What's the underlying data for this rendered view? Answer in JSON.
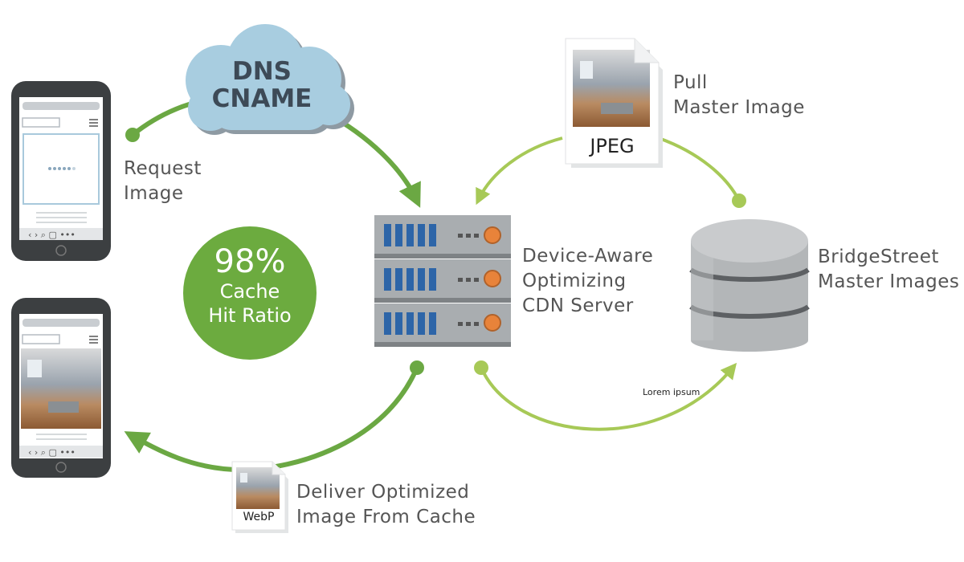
{
  "cloud": {
    "line1": "DNS",
    "line2": "CNAME"
  },
  "request_label": {
    "line1": "Request",
    "line2": "Image"
  },
  "cache_badge": {
    "percent": "98%",
    "line1": "Cache",
    "line2": "Hit Ratio"
  },
  "server_label": {
    "line1": "Device-Aware",
    "line2": "Optimizing",
    "line3": "CDN Server"
  },
  "pull_label": {
    "line1": "Pull",
    "line2": "Master Image"
  },
  "jpeg_file": {
    "type": "JPEG"
  },
  "webp_file": {
    "type": "WebP"
  },
  "storage_label": {
    "line1": "BridgeStreet",
    "line2": "Master Images"
  },
  "deliver_label": {
    "line1": "Deliver Optimized",
    "line2": "Image From Cache"
  },
  "note": {
    "text": "Lorem ipsum"
  },
  "colors": {
    "arrow_dark_green": "#6ba843",
    "arrow_light_green": "#a7c957",
    "badge_green": "#6cab3f",
    "cloud_blue": "#a8cde0",
    "server_gray": "#a9adb0",
    "server_blue": "#2d65a8",
    "server_orange": "#e8833a",
    "db_gray": "#b3b6b8",
    "phone_dark": "#3c3f41"
  }
}
